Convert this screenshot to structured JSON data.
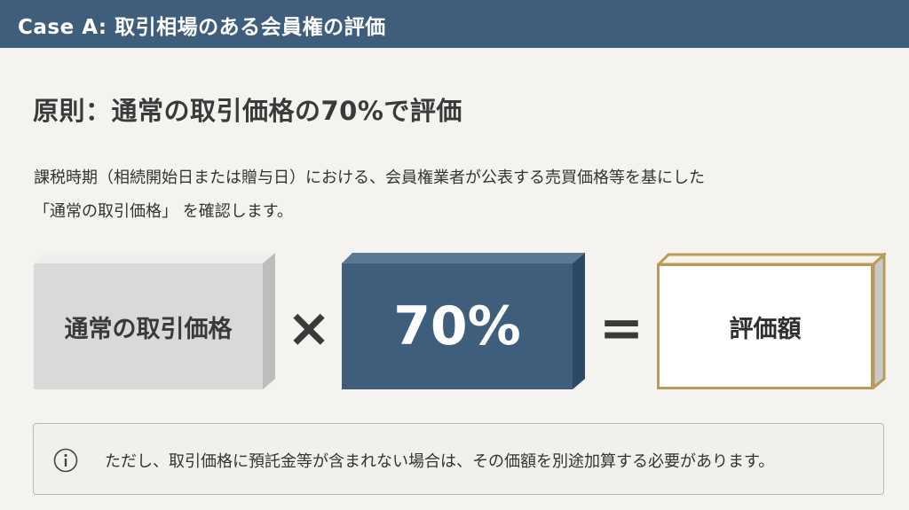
{
  "header": {
    "title": "Case A: 取引相場のある会員権の評価"
  },
  "main": {
    "heading": "原則：通常の取引価格の70%で評価",
    "description": [
      "課税時期（相続開始日または贈与日）における、会員権業者が公表する売買価格等を基にした",
      "「通常の取引価格」 を確認します。"
    ],
    "formula": {
      "term1": "通常の取引価格",
      "operator1": "×",
      "term2": "70%",
      "operator2": "=",
      "result": "評価額"
    },
    "note": {
      "icon": "info-icon",
      "text": "ただし、取引価格に預託金等が含まれない場合は、その価額を別途加算する必要があります。"
    }
  },
  "colors": {
    "header": "#3e5e7c",
    "accent_box": "#3e5e7c",
    "grey_box": "#d9d9d9",
    "result_border": "#b89a5a"
  }
}
